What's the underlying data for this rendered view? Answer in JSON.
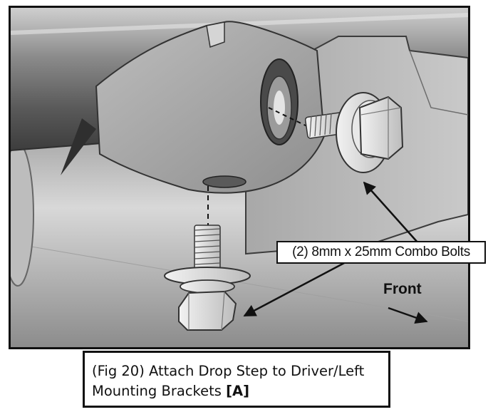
{
  "figure": {
    "callouts": {
      "bolts": "(2) 8mm x 25mm Combo Bolts",
      "direction": "Front"
    },
    "caption": {
      "line1": "(Fig 20) Attach Drop Step to Driver/Left",
      "line2": "Mounting Brackets ",
      "reference": "[A]"
    }
  }
}
